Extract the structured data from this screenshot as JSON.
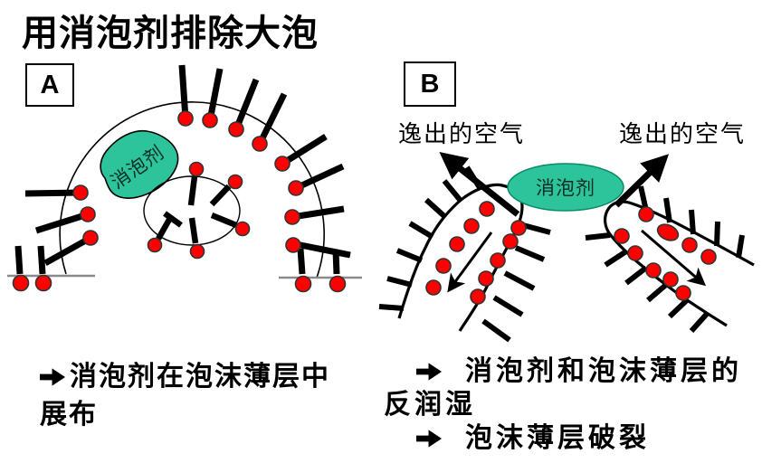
{
  "title": "用消泡剂排除大泡",
  "colors": {
    "defoamer_green": "#2ec49b",
    "head_red": "#ff0000",
    "ink": "#000000",
    "surface_gray": "#8a8a8a"
  },
  "panel_a": {
    "label": "A",
    "defoamer_label": "消泡剂",
    "caption": {
      "bullet_glyph": "➔",
      "line1": "消泡剂在泡沫薄层中",
      "line2": "展布"
    }
  },
  "panel_b": {
    "label": "B",
    "air_label_left": "逸出的空气",
    "air_label_right": "逸出的空气",
    "defoamer_label": "消泡剂",
    "caption": {
      "bullet_glyph": "➔",
      "item1_line1": "消泡剂和泡沫薄层的",
      "item1_line2": "反润湿",
      "item2": "泡沫薄层破裂"
    }
  }
}
